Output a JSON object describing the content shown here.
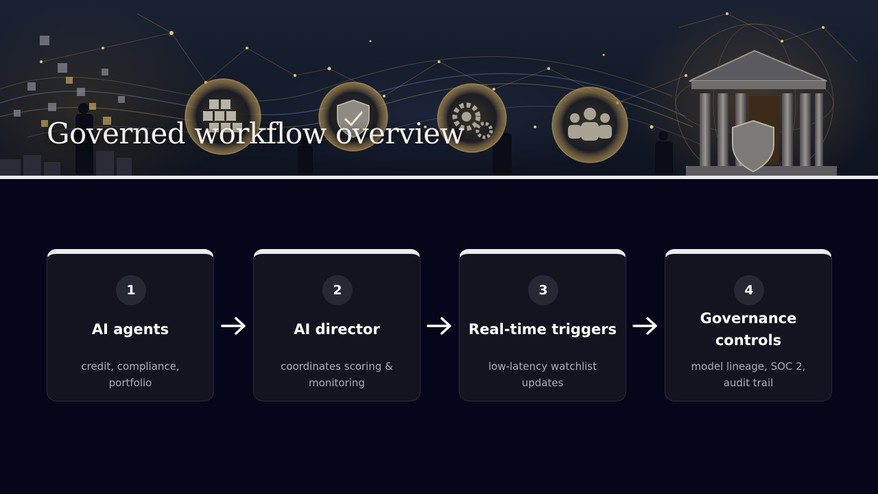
{
  "page": {
    "title": "Governed workflow overview"
  },
  "steps": [
    {
      "number": "1",
      "title_lines": [
        "AI agents"
      ],
      "desc_lines": [
        "credit, compliance,",
        "portfolio"
      ]
    },
    {
      "number": "2",
      "title_lines": [
        "AI director"
      ],
      "desc_lines": [
        "coordinates scoring &",
        "monitoring"
      ]
    },
    {
      "number": "3",
      "title_lines": [
        "Real-time triggers"
      ],
      "desc_lines": [
        "low-latency watchlist",
        "updates"
      ]
    },
    {
      "number": "4",
      "title_lines": [
        "Governance",
        "controls"
      ],
      "desc_lines": [
        "model lineage, SOC 2,",
        "audit trail"
      ]
    }
  ],
  "icons": {
    "banner": [
      "blocks-icon",
      "shield-check-icon",
      "gears-icon",
      "people-icon",
      "bank-building-icon"
    ],
    "connector": "arrow-right-icon"
  },
  "colors": {
    "background": "#05061a",
    "card": "#13141f",
    "card_top_border": "#ececf0",
    "gold_accent": "#c9a45a"
  }
}
